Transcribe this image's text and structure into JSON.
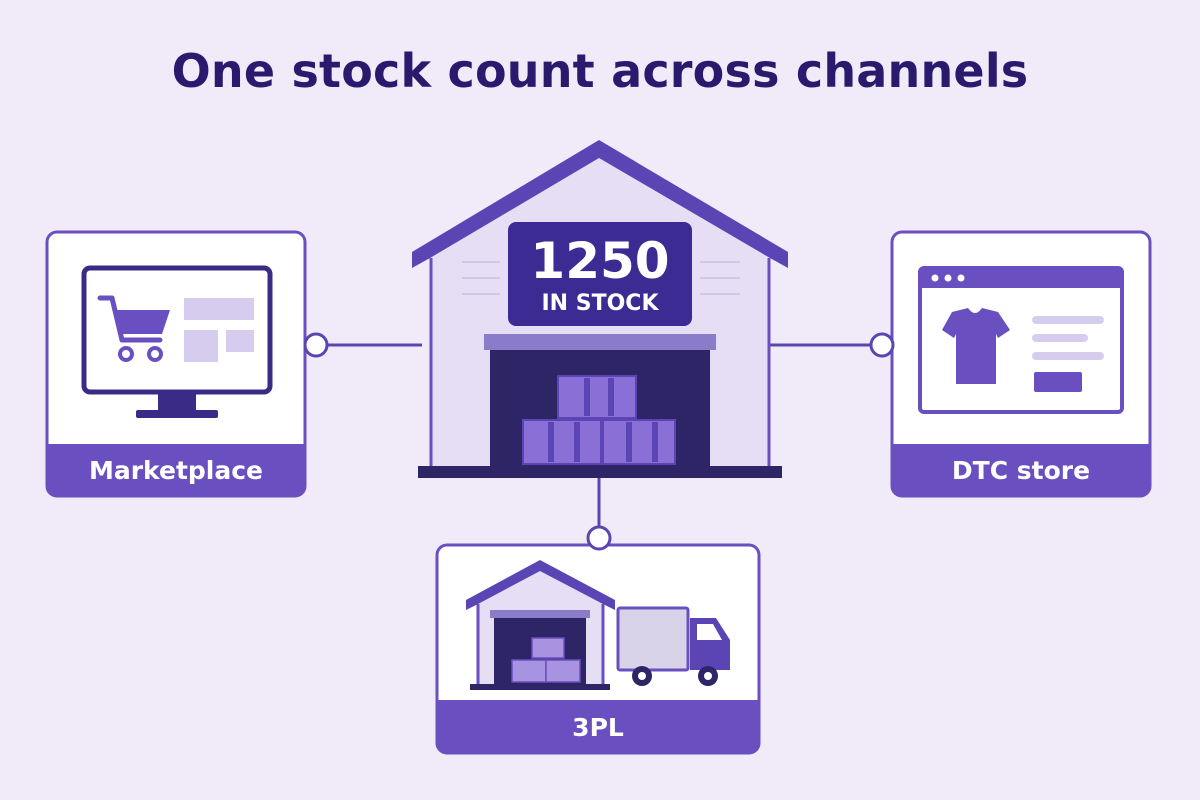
{
  "title": "One stock count across channels",
  "hub": {
    "count": "1250",
    "label": "IN STOCK"
  },
  "channels": {
    "marketplace": {
      "label": "Marketplace"
    },
    "dtc": {
      "label": "DTC store"
    },
    "threepl": {
      "label": "3PL"
    }
  },
  "colors": {
    "background": "#f1eaf9",
    "accent": "#6a4fc0",
    "dark": "#2e2566",
    "light": "#cfc3ec"
  }
}
